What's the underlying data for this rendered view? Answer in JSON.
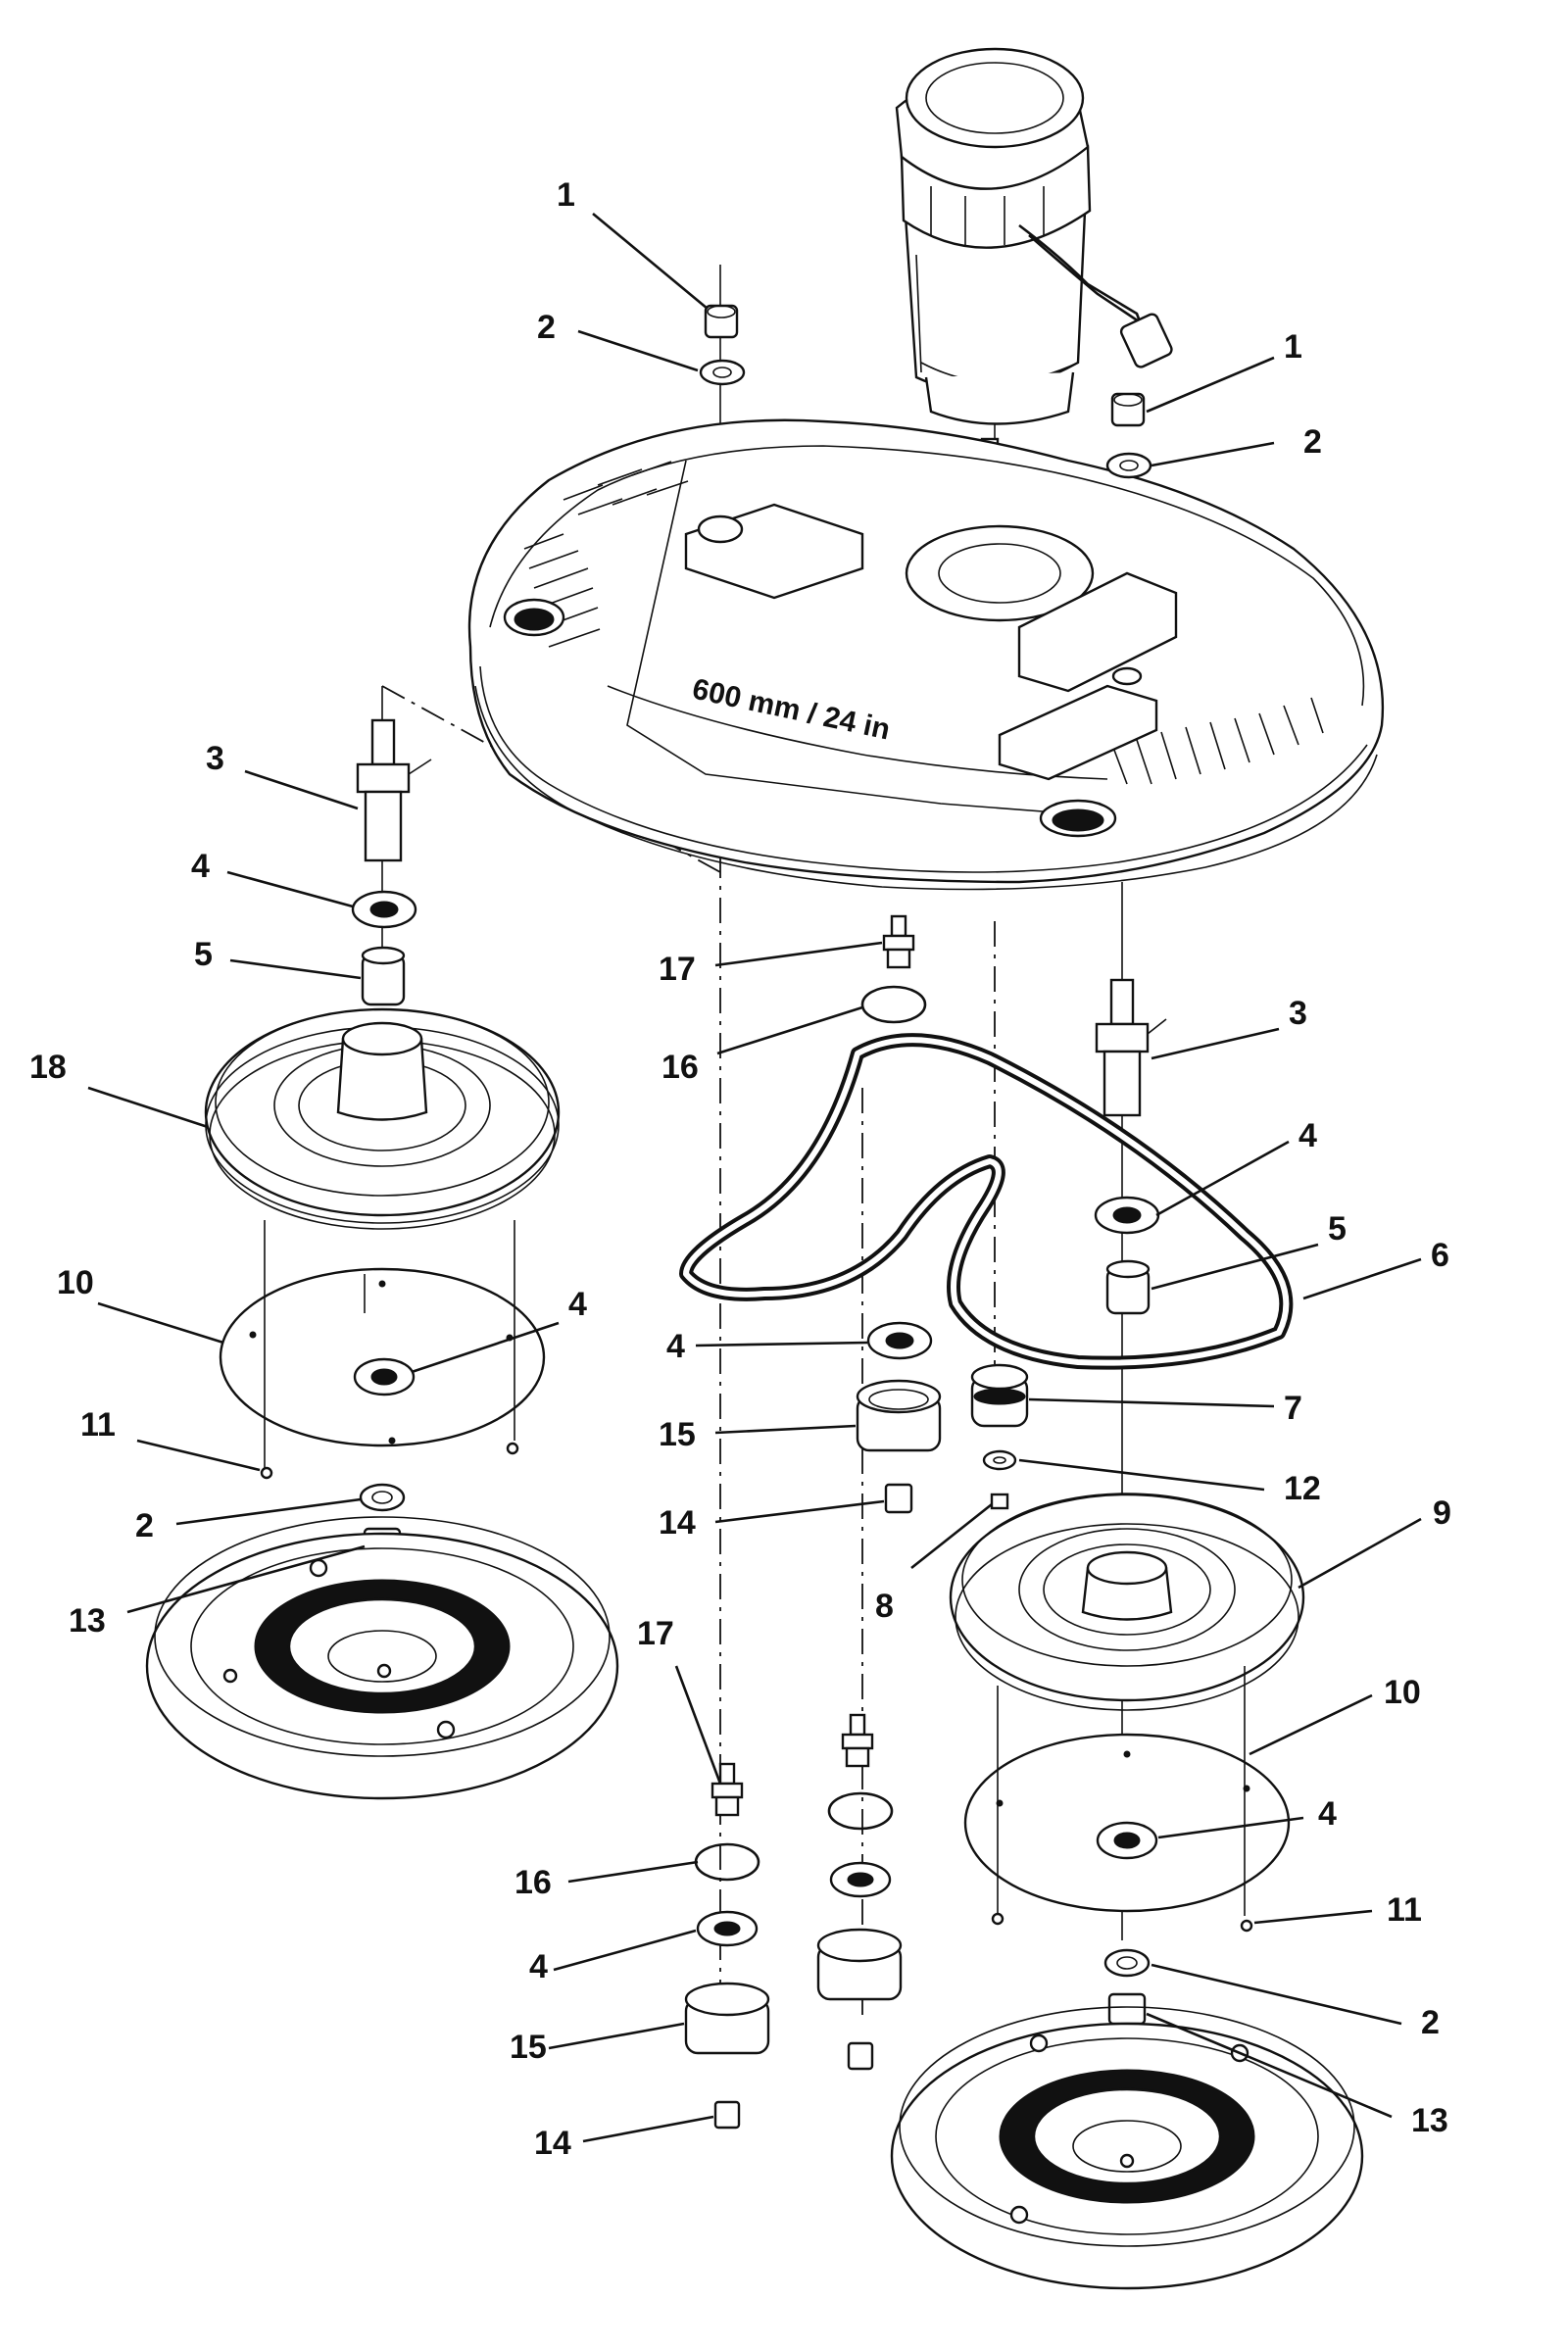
{
  "deck_label": "600 mm / 24 in",
  "callouts": [
    {
      "id": "c1a",
      "label": "1"
    },
    {
      "id": "c2a",
      "label": "2"
    },
    {
      "id": "c1b",
      "label": "1"
    },
    {
      "id": "c2b",
      "label": "2"
    },
    {
      "id": "c3a",
      "label": "3"
    },
    {
      "id": "c4a",
      "label": "4"
    },
    {
      "id": "c5a",
      "label": "5"
    },
    {
      "id": "c18",
      "label": "18"
    },
    {
      "id": "c10a",
      "label": "10"
    },
    {
      "id": "c4b",
      "label": "4"
    },
    {
      "id": "c11a",
      "label": "11"
    },
    {
      "id": "c2c",
      "label": "2"
    },
    {
      "id": "c13a",
      "label": "13"
    },
    {
      "id": "c17a",
      "label": "17"
    },
    {
      "id": "c16a",
      "label": "16"
    },
    {
      "id": "c3b",
      "label": "3"
    },
    {
      "id": "c4c",
      "label": "4"
    },
    {
      "id": "c5b",
      "label": "5"
    },
    {
      "id": "c6",
      "label": "6"
    },
    {
      "id": "c4d",
      "label": "4"
    },
    {
      "id": "c7",
      "label": "7"
    },
    {
      "id": "c15a",
      "label": "15"
    },
    {
      "id": "c12",
      "label": "12"
    },
    {
      "id": "c14a",
      "label": "14"
    },
    {
      "id": "c8",
      "label": "8"
    },
    {
      "id": "c9",
      "label": "9"
    },
    {
      "id": "c10b",
      "label": "10"
    },
    {
      "id": "c17b",
      "label": "17"
    },
    {
      "id": "c4e",
      "label": "4"
    },
    {
      "id": "c16b",
      "label": "16"
    },
    {
      "id": "c11b",
      "label": "11"
    },
    {
      "id": "c4f",
      "label": "4"
    },
    {
      "id": "c2d",
      "label": "2"
    },
    {
      "id": "c15b",
      "label": "15"
    },
    {
      "id": "c13b",
      "label": "13"
    },
    {
      "id": "c14b",
      "label": "14"
    }
  ]
}
